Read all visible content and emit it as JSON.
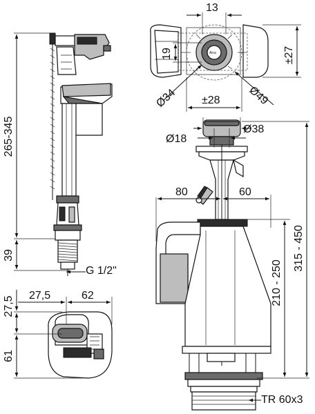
{
  "dimensions": {
    "top_width_13": "13",
    "height_19": "19",
    "tolerance_27": "±27",
    "diameter_34": "Ø34",
    "diameter_49": "Ø49",
    "tolerance_28": "±28",
    "diameter_18": "Ø18",
    "diameter_38": "Ø38",
    "offset_80": "80",
    "offset_60": "60",
    "height_210_250": "210 - 250",
    "height_315_450": "315 - 450",
    "thread_tr": "TR 60x3",
    "height_265_345": "265-345",
    "height_39": "39",
    "thread_g": "G 1/2\"",
    "offset_27_5_h": "27,5",
    "offset_62": "62",
    "offset_27_5_v": "27,5",
    "height_61": "61"
  },
  "brand_mark": "Alca"
}
